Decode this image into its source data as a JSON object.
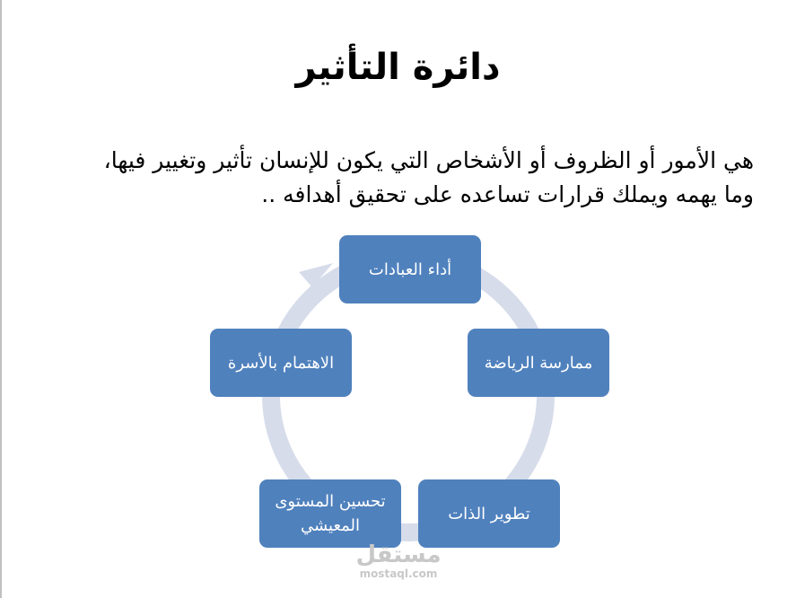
{
  "slide": {
    "title": "دائرة التأثير",
    "body": "هي الأمور أو الظروف أو الأشخاص التي يكون للإنسان تأثير وتغيير فيها، وما يهمه ويملك قرارات تساعده على تحقيق أهدافه .."
  },
  "cycle": {
    "nodes": [
      {
        "label": "أداء العبادات"
      },
      {
        "label": "ممارسة الرياضة"
      },
      {
        "label": "تطوير الذات"
      },
      {
        "label": "تحسين المستوى المعيشي"
      },
      {
        "label": "الاهتمام بالأسرة"
      }
    ],
    "ring_color": "#d6dcea",
    "node_color": "#4f81bd"
  },
  "watermark": {
    "arabic": "مستقل",
    "latin": "mostaql.com"
  }
}
